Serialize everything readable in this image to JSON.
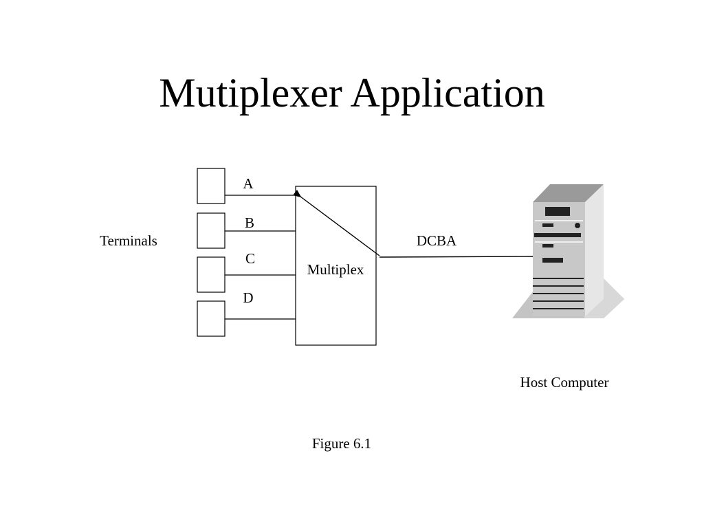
{
  "slide": {
    "title": "Mutiplexer Application",
    "caption": "Figure 6.1"
  },
  "diagram": {
    "terminals_label": "Terminals",
    "channels": [
      {
        "label": "A"
      },
      {
        "label": "B"
      },
      {
        "label": "C"
      },
      {
        "label": "D"
      }
    ],
    "multiplexer_label": "Multiplex",
    "output_stream_label": "DCBA",
    "host_label": "Host Computer",
    "host_icon": "server-tower-icon",
    "colors": {
      "line": "#000000",
      "server_front": "#c8c8c8",
      "server_side": "#e4e4e4",
      "server_top": "#9a9a9a",
      "server_base": "#c4c4c4",
      "server_details": "#222222"
    }
  }
}
